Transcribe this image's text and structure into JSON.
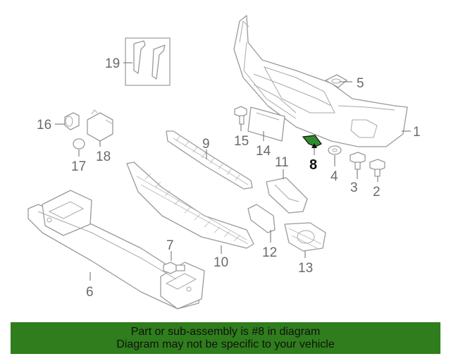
{
  "callouts": {
    "c1": "1",
    "c2": "2",
    "c3": "3",
    "c4": "4",
    "c5": "5",
    "c6": "6",
    "c7": "7",
    "c8": "8",
    "c9": "9",
    "c10": "10",
    "c11": "11",
    "c12": "12",
    "c13": "13",
    "c14": "14",
    "c15": "15",
    "c16": "16",
    "c17": "17",
    "c18": "18",
    "c19": "19"
  },
  "highlighted_part": "8",
  "colors": {
    "banner": "#2f7d1c",
    "highlight_part": "#2e8b2e",
    "line": "#9a9a9a"
  },
  "banner": {
    "line1": "Part or sub-assembly is #8 in diagram",
    "line2": "Diagram may not be specific to your vehicle"
  }
}
